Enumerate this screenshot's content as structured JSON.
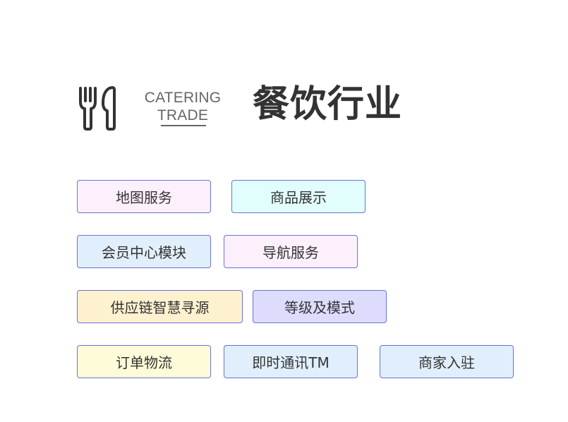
{
  "header": {
    "icon": "fork-knife-icon",
    "en_line1": "CATERING",
    "en_line2": "TRADE",
    "cn_title": "餐饮行业"
  },
  "tags": [
    {
      "label": "地图服务",
      "color": "#fdf0fd"
    },
    {
      "label": "商品展示",
      "color": "#e1fefd"
    },
    {
      "label": "会员中心模块",
      "color": "#e1effc"
    },
    {
      "label": "导航服务",
      "color": "#fdf0fd"
    },
    {
      "label": "供应链智慧寻源",
      "color": "#fef1d0"
    },
    {
      "label": "等级及模式",
      "color": "#dedcfd"
    },
    {
      "label": "订单物流",
      "color": "#fefcd8"
    },
    {
      "label": "即时通讯TM",
      "color": "#e1effc"
    },
    {
      "label": "商家入驻",
      "color": "#e1effc"
    }
  ]
}
